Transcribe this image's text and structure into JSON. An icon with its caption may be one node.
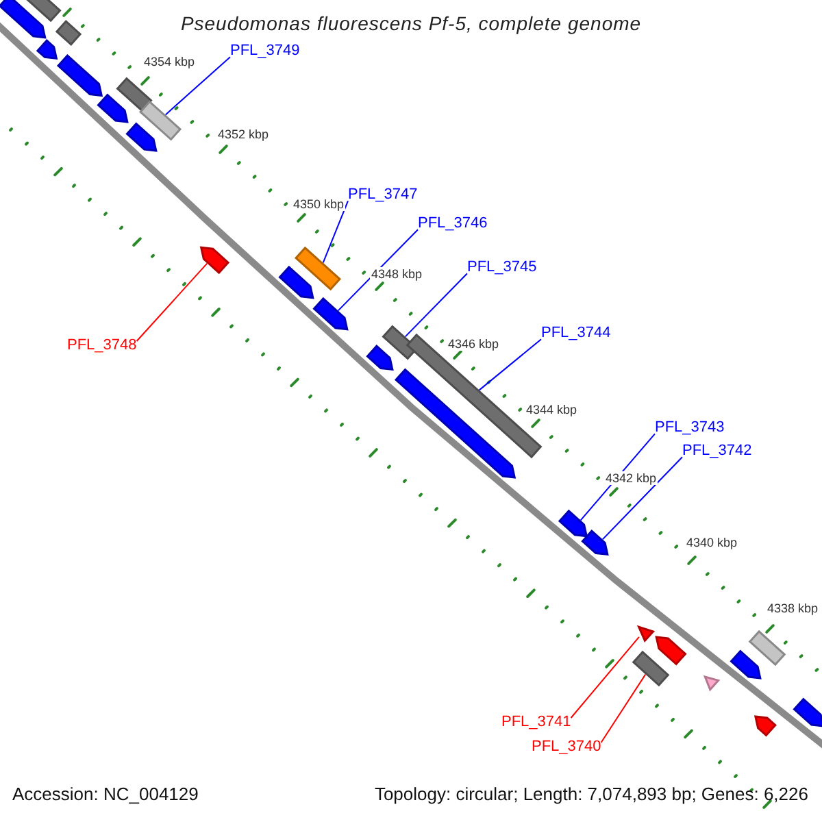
{
  "diagram": {
    "title": "Pseudomonas fluorescens Pf-5, complete genome",
    "nodes": [
      {
        "text": [
          "PFL_3749"
        ]
      },
      {
        "text": [
          "PFL_3747"
        ]
      },
      {
        "text": [
          "PFL_3746"
        ]
      },
      {
        "text": [
          "PFL_3745"
        ]
      },
      {
        "text": [
          "PFL_3744"
        ]
      },
      {
        "text": [
          "PFL_3748"
        ]
      },
      {
        "text": [
          "PFL_3743"
        ]
      },
      {
        "text": [
          "PFL_3742"
        ]
      },
      {
        "text": [
          "PFL_3741"
        ]
      },
      {
        "text": [
          "PFL_3740"
        ]
      },
      {
        "text": [],
        "shape": "box"
      },
      {
        "text": [],
        "shape": "pentagon"
      },
      {
        "text": [],
        "shape": "box"
      },
      {
        "text": [],
        "shape": "pentagon"
      },
      {
        "text": [],
        "shape": "pentagon"
      },
      {
        "text": [],
        "shape": "box"
      },
      {
        "text": [],
        "shape": "pentagon"
      },
      {
        "text": [],
        "shape": "box"
      },
      {
        "text": [],
        "shape": "pentagon"
      },
      {
        "text": [],
        "shape": "pentagon"
      },
      {
        "text": [],
        "shape": "box"
      },
      {
        "text": [],
        "shape": "pentagon"
      },
      {
        "text": [],
        "shape": "pentagon"
      },
      {
        "text": [],
        "shape": "box"
      },
      {
        "text": [],
        "shape": "pentagon"
      },
      {
        "text": [],
        "shape": "box"
      },
      {
        "text": [],
        "shape": "pentagon"
      },
      {
        "text": [],
        "shape": "pentagon"
      },
      {
        "text": [],
        "shape": "pentagon"
      },
      {
        "text": [],
        "shape": "triangle"
      },
      {
        "text": [],
        "shape": "pentagon"
      },
      {
        "text": [],
        "shape": "box"
      },
      {
        "text": [],
        "shape": "triangle"
      },
      {
        "text": [],
        "shape": "box"
      },
      {
        "text": [],
        "shape": "pentagon"
      },
      {
        "text": [],
        "shape": "pentagon"
      },
      {
        "text": [],
        "shape": "pentagon"
      }
    ],
    "edges": [
      {
        "from": 0,
        "to": 17,
        "arrow": "none"
      },
      {
        "from": 1,
        "to": 20,
        "arrow": "none"
      },
      {
        "from": 2,
        "to": 22,
        "arrow": "none"
      },
      {
        "from": 3,
        "to": 23,
        "arrow": "none"
      },
      {
        "from": 4,
        "to": 25,
        "arrow": "none"
      },
      {
        "from": 5,
        "to": 19,
        "arrow": "none",
        "color": "#ff0000"
      },
      {
        "from": 6,
        "to": 27,
        "arrow": "none"
      },
      {
        "from": 7,
        "to": 28,
        "arrow": "none"
      },
      {
        "from": 8,
        "to": 29,
        "arrow": "none",
        "color": "#ff0000"
      },
      {
        "from": 9,
        "to": 31,
        "arrow": "none",
        "color": "#ff0000"
      }
    ],
    "labels": [
      "4354 kbp",
      "4352 kbp",
      "4350 kbp",
      "4348 kbp",
      "4346 kbp",
      "4344 kbp",
      "4342 kbp",
      "4340 kbp",
      "4338 kbp",
      "Accession: NC_004129",
      "Topology: circular; Length: 7,074,893 bp; Genes: 6,226"
    ]
  }
}
